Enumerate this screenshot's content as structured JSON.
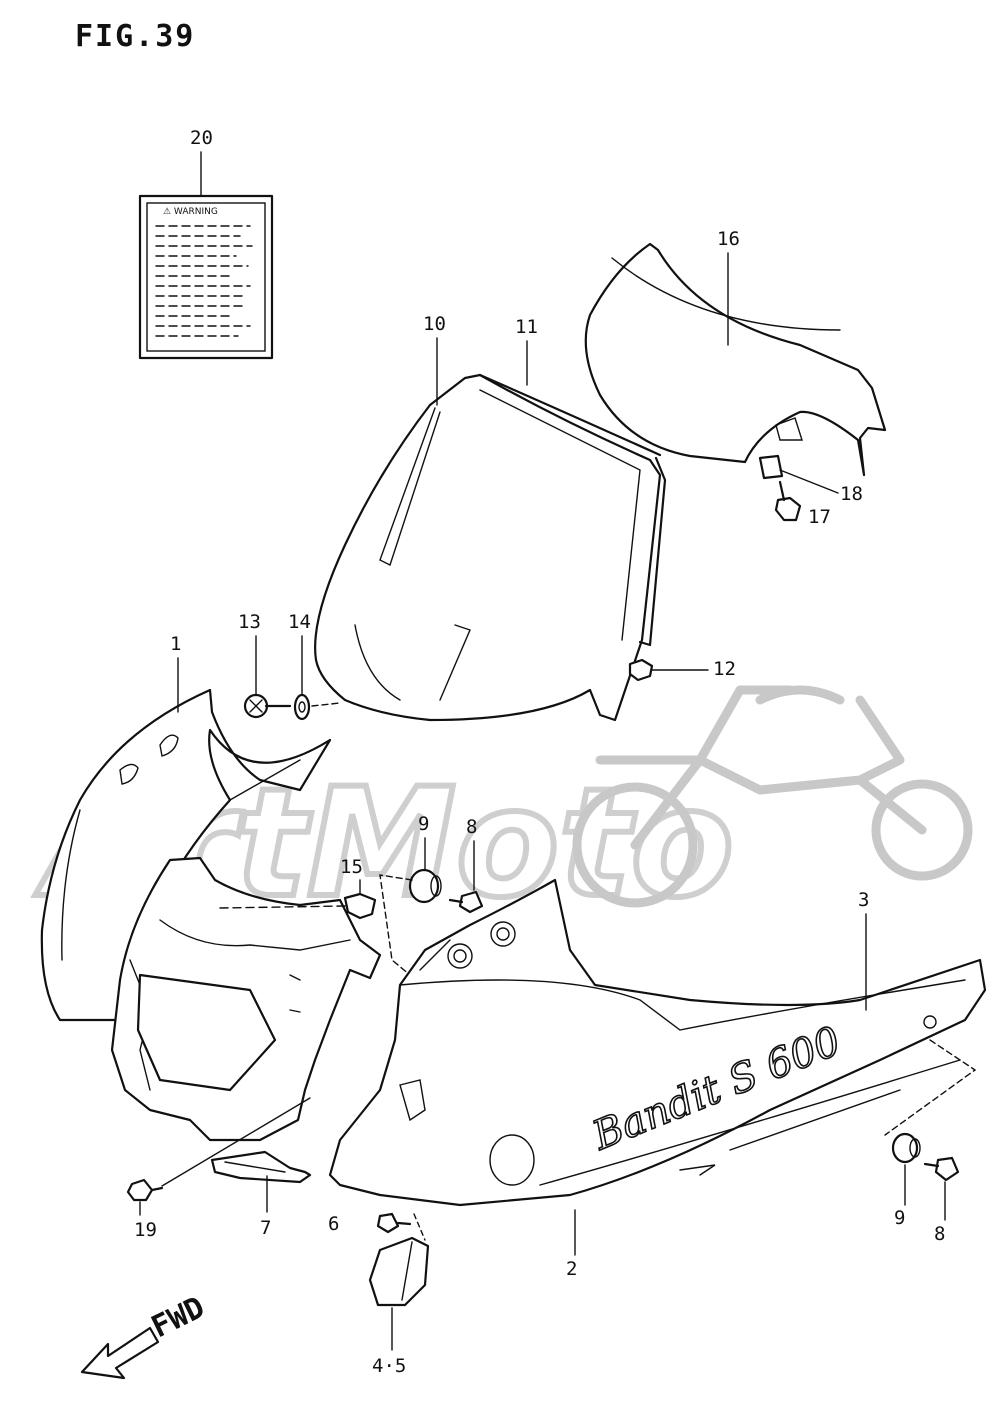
{
  "figure": {
    "title": "FIG.39"
  },
  "warning_label": {
    "heading": "⚠ WARNING"
  },
  "fairing_logo": "Bandit S 600",
  "watermark": "ArtMoto",
  "direction_label": "FWD",
  "callouts": {
    "c1": "1",
    "c2": "2",
    "c3": "3",
    "c4_5": "4·5",
    "c6": "6",
    "c7": "7",
    "c8a": "8",
    "c8b": "8",
    "c9a": "9",
    "c9b": "9",
    "c10": "10",
    "c11": "11",
    "c12": "12",
    "c13": "13",
    "c14": "14",
    "c15": "15",
    "c16": "16",
    "c17": "17",
    "c18": "18",
    "c19": "19",
    "c20": "20"
  }
}
